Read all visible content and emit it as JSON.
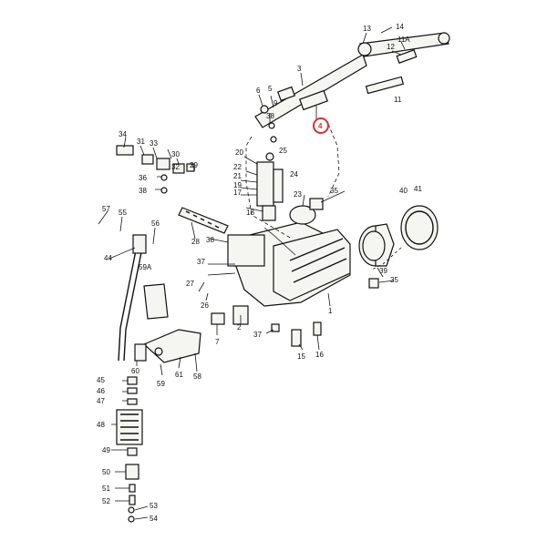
{
  "diagram": {
    "highlight_color": "#d93030",
    "highlighted_part": "4",
    "callouts": [
      "13",
      "14",
      "11A",
      "12",
      "3",
      "11",
      "5",
      "6",
      "9",
      "38",
      "4",
      "34",
      "31",
      "33",
      "30",
      "32",
      "29",
      "36",
      "38",
      "20",
      "25",
      "22",
      "21",
      "24",
      "19",
      "17",
      "23",
      "35",
      "18",
      "40",
      "41",
      "57",
      "55",
      "56",
      "28",
      "38",
      "44",
      "37",
      "59A",
      "27",
      "26",
      "39",
      "35",
      "1",
      "2",
      "7",
      "37",
      "15",
      "16",
      "60",
      "59",
      "61",
      "58",
      "45",
      "46",
      "47",
      "48",
      "49",
      "50",
      "51",
      "52",
      "53",
      "54"
    ]
  }
}
